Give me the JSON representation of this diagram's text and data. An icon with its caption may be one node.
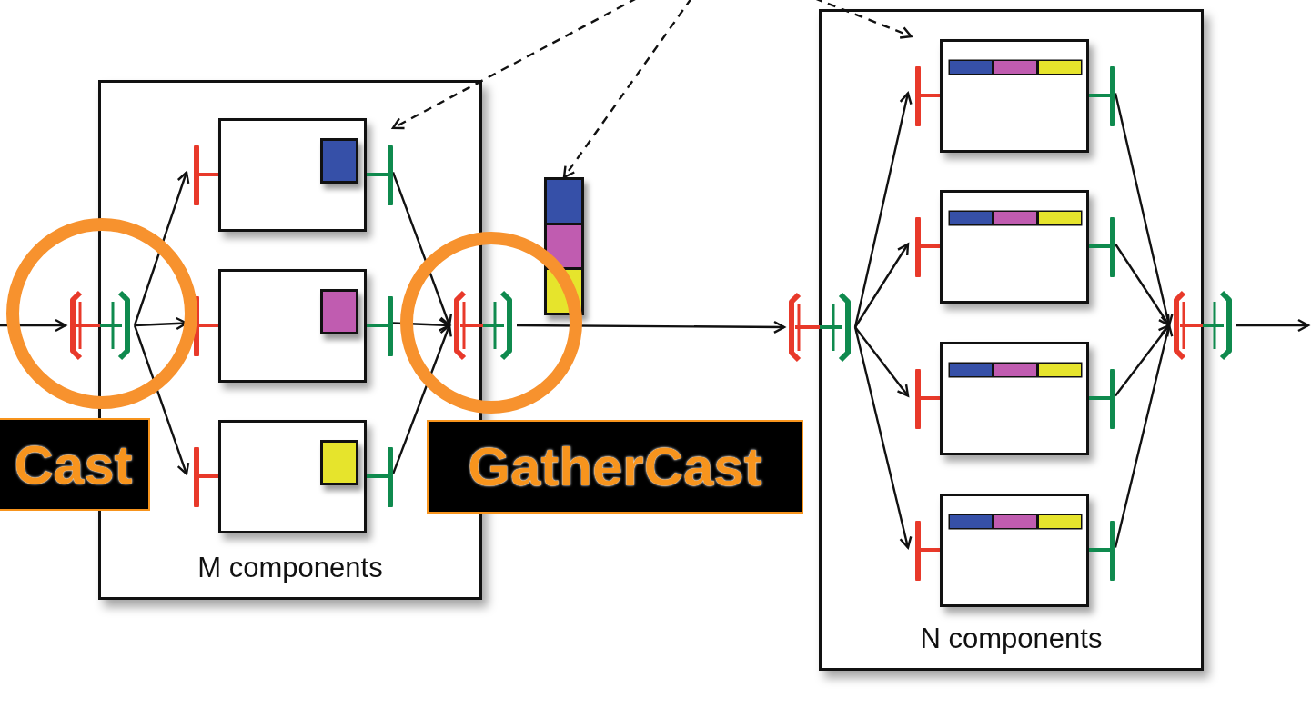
{
  "diagram": {
    "nodes": [
      {
        "text": [],
        "shape": "bar"
      },
      {
        "text": [
          "M components"
        ]
      },
      {
        "text": [],
        "shape": "box",
        "in": 1
      },
      {
        "text": [],
        "shape": "box",
        "in": 1
      },
      {
        "text": [],
        "shape": "box",
        "in": 1
      },
      {
        "text": [],
        "shape": "bar"
      },
      {
        "text": [],
        "shape": "box"
      },
      {
        "text": [],
        "shape": "bar"
      },
      {
        "text": [
          "N components"
        ]
      },
      {
        "text": [],
        "shape": "box",
        "in": 8
      },
      {
        "text": [],
        "shape": "box",
        "in": 8
      },
      {
        "text": [],
        "shape": "box",
        "in": 8
      },
      {
        "text": [],
        "shape": "box",
        "in": 8
      },
      {
        "text": [],
        "shape": "bar"
      },
      {
        "text": [
          "Cast"
        ]
      },
      {
        "text": [
          "GatherCast"
        ]
      }
    ],
    "edges": [
      {
        "from": null,
        "to": 0,
        "arrow": "to"
      },
      {
        "from": 0,
        "to": 2,
        "arrow": "to"
      },
      {
        "from": 0,
        "to": 3,
        "arrow": "to"
      },
      {
        "from": 0,
        "to": 4,
        "arrow": "to"
      },
      {
        "from": 2,
        "to": 5,
        "arrow": "to"
      },
      {
        "from": 3,
        "to": 5,
        "arrow": "to"
      },
      {
        "from": 4,
        "to": 5,
        "arrow": "to"
      },
      {
        "from": 5,
        "to": 7,
        "arrow": "to"
      },
      {
        "from": 7,
        "to": 9,
        "arrow": "to"
      },
      {
        "from": 7,
        "to": 10,
        "arrow": "to"
      },
      {
        "from": 7,
        "to": 11,
        "arrow": "to"
      },
      {
        "from": 7,
        "to": 12,
        "arrow": "to"
      },
      {
        "from": 9,
        "to": 13,
        "arrow": "to"
      },
      {
        "from": 10,
        "to": 13,
        "arrow": "to"
      },
      {
        "from": 11,
        "to": 13,
        "arrow": "to"
      },
      {
        "from": 12,
        "to": 13,
        "arrow": "to"
      },
      {
        "from": 13,
        "to": null,
        "arrow": "to"
      },
      {
        "from": null,
        "to": 2,
        "arrow": "to",
        "style": "dashed"
      },
      {
        "from": null,
        "to": 6,
        "arrow": "to",
        "style": "dashed"
      },
      {
        "from": null,
        "to": 9,
        "arrow": "to",
        "style": "dashed"
      }
    ]
  }
}
